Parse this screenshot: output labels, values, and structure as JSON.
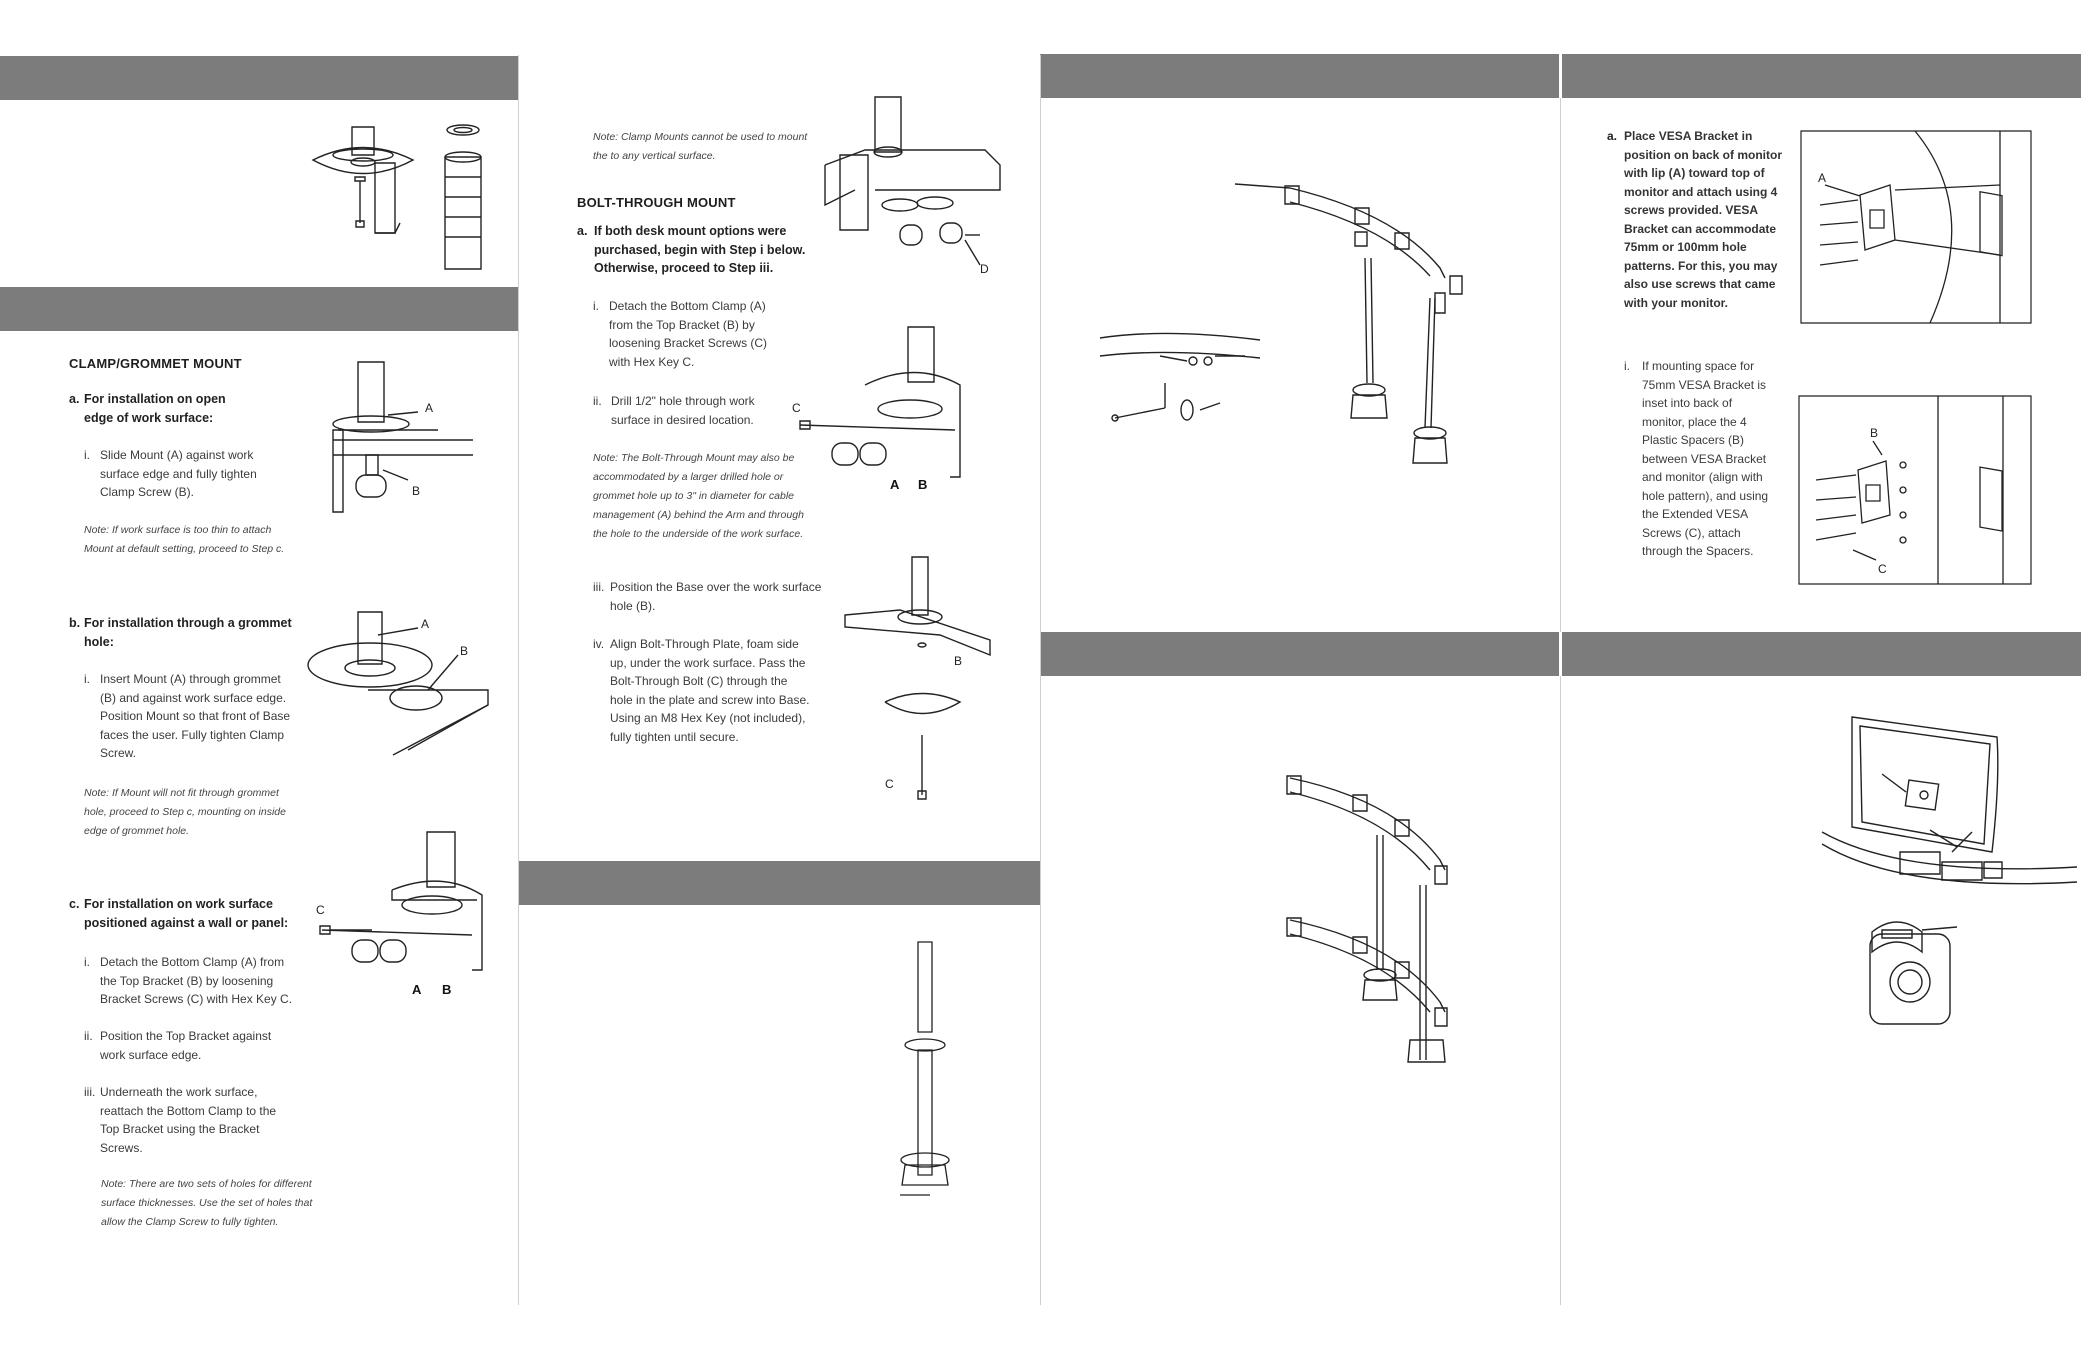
{
  "section1": {
    "heading": "CLAMP/GROMMET MOUNT",
    "a_marker": "a.",
    "a_text": "For installation on open edge of work surface:",
    "a_i_marker": "i.",
    "a_i_text": "Slide Mount (A) against work surface edge and fully tighten Clamp Screw (B).",
    "a_note": "Note: If work surface is too thin to attach Mount at default setting, proceed to Step c.",
    "b_marker": "b.",
    "b_text": "For installation through a grommet hole:",
    "b_i_marker": "i.",
    "b_i_text": "Insert Mount (A) through grommet (B) and against work surface edge. Position Mount so that front of Base faces the user. Fully tighten Clamp Screw.",
    "b_note": "Note: If Mount will not fit through grommet hole, proceed to Step c, mounting on inside edge of grommet hole.",
    "c_marker": "c.",
    "c_text": "For installation on work surface positioned against a wall or panel:",
    "c_i_marker": "i.",
    "c_i_text": "Detach the Bottom Clamp (A) from the Top Bracket (B) by loosening Bracket Screws (C) with Hex Key C.",
    "c_ii_marker": "ii.",
    "c_ii_text": "Position the Top Bracket against work surface edge.",
    "c_iii_marker": "iii.",
    "c_iii_text": "Underneath the work surface, reattach the Bottom Clamp to the Top Bracket using the Bracket Screws.",
    "c_note": "Note: There are two sets of holes for different surface thicknesses. Use the set of holes that allow the Clamp Screw to fully tighten."
  },
  "section2": {
    "top_note": "Note: Clamp Mounts cannot be used to mount the             to any vertical surface.",
    "heading": "BOLT-THROUGH MOUNT",
    "a_marker": "a.",
    "a_text": "If both desk mount options were purchased, begin with Step i below. Otherwise, proceed to Step iii.",
    "i_marker": "i.",
    "i_text": "Detach the Bottom Clamp (A) from the Top Bracket (B) by loosening Bracket Screws (C) with Hex Key C.",
    "ii_marker": "ii.",
    "ii_text": "Drill 1/2\" hole through work surface in desired location.",
    "note": "Note: The Bolt-Through Mount may also be accommodated by a larger drilled hole or grommet hole up to 3\" in diameter for cable management (A) behind the Arm and through the hole to the underside of the work surface.",
    "iii_marker": "iii.",
    "iii_text": "Position the             Base over the work surface hole (B).",
    "iv_marker": "iv.",
    "iv_text": "Align Bolt-Through Plate, foam side up, under the work surface. Pass the Bolt-Through Bolt (C) through the hole in the plate and screw into             Base. Using an M8 Hex Key (not included), fully tighten until secure."
  },
  "section4": {
    "a_marker": "a.",
    "a_text": "Place VESA Bracket in position on back of monitor with lip (A) toward top of monitor and attach using 4 screws provided. VESA Bracket can accommodate 75mm or 100mm hole patterns. For this, you may also use screws that came with your monitor.",
    "i_marker": "i.",
    "i_text": "If mounting space for 75mm VESA Bracket is inset into back of monitor, place the 4 Plastic Spacers (B) between VESA Bracket and monitor (align with hole pattern), and using the Extended VESA Screws (C), attach through the Spacers."
  },
  "figure_labels": {
    "A": "A",
    "B": "B",
    "C": "C",
    "D": "D"
  },
  "colors": {
    "band": "#7d7c7c",
    "line": "#222222",
    "text": "#3b3b3b"
  }
}
